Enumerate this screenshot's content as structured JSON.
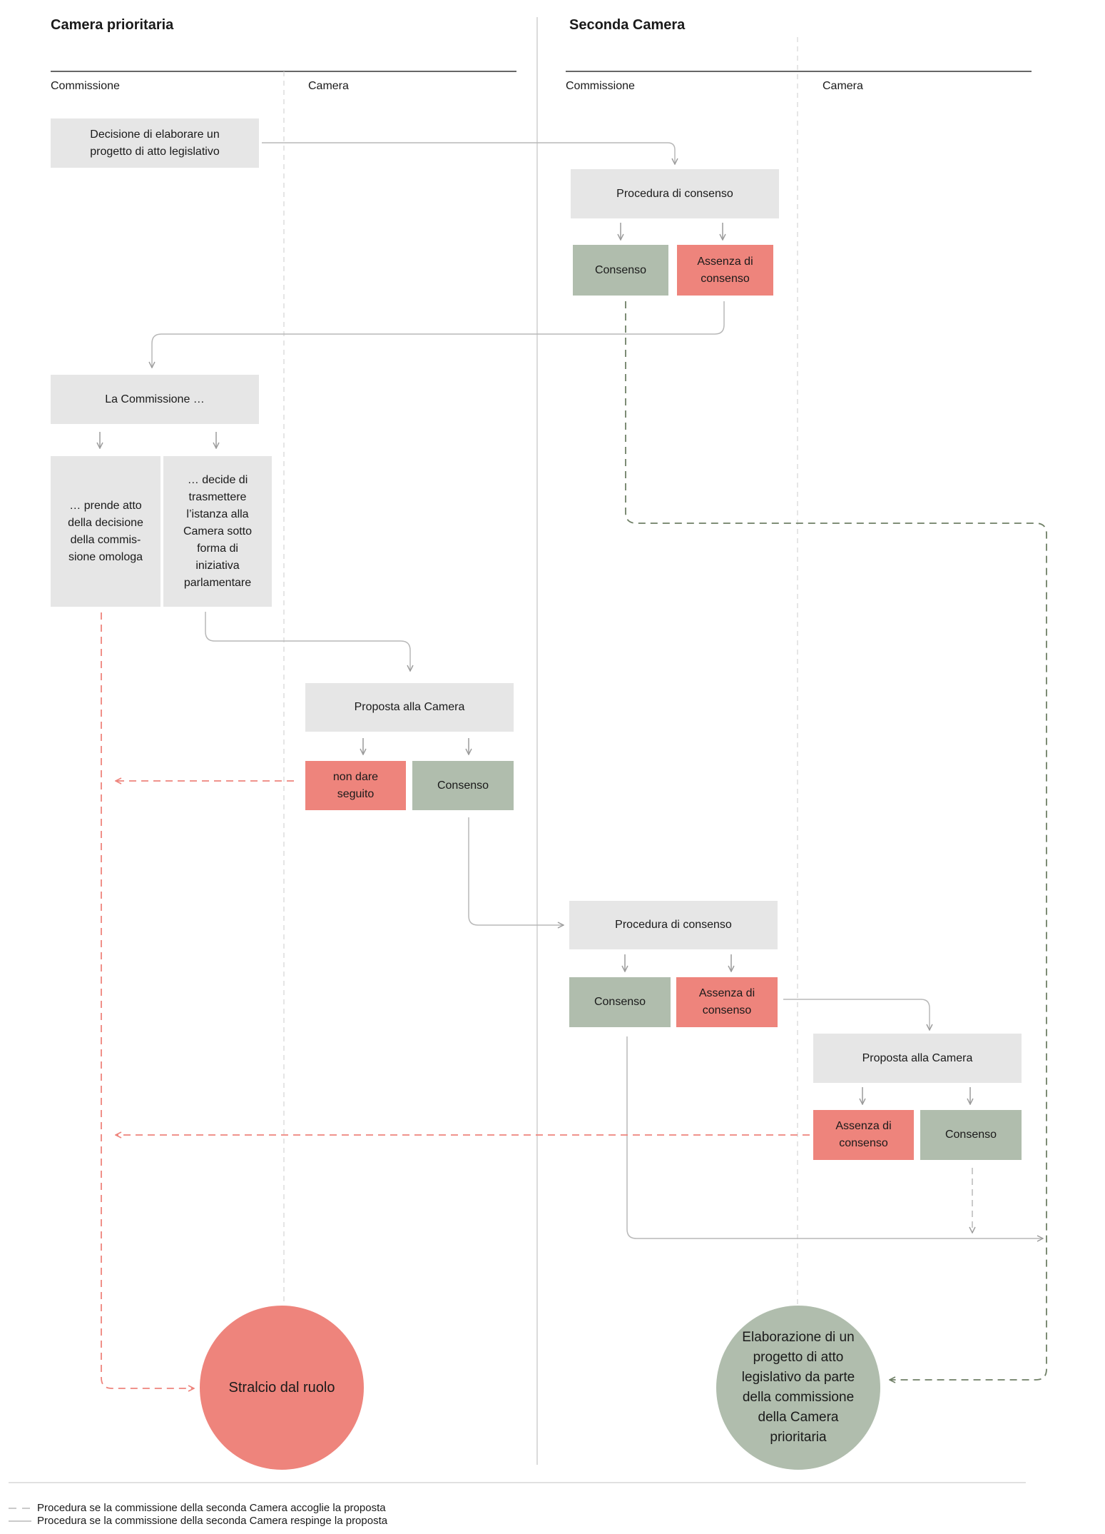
{
  "headers": {
    "left": "Camera prioritaria",
    "right": "Seconda Camera"
  },
  "columns": {
    "commissione": "Commissione",
    "camera": "Camera"
  },
  "boxes": {
    "decisione": "Decisione di elaborare un progetto di atto legislativo",
    "procedura1": "Procedura di consenso",
    "consenso": "Consenso",
    "assenza": "Assenza di consenso",
    "la_commissione": "La Commissione …",
    "prende_atto": "… prende atto della decisione della commis­sione omologa",
    "decide": "… decide di trasmettere l’istanza alla Camera sotto forma di iniziativa parlamentare",
    "proposta": "Proposta alla Camera",
    "non_dare_seguito": "non dare seguito",
    "procedura2": "Procedura di consenso"
  },
  "outcomes": {
    "stralcio": "Stralcio dal ruolo",
    "elaborazione": "Elaborazione di un progetto di atto legislativo da parte della commis­sione della Camera prioritaria"
  },
  "legend": {
    "dashed": "Procedura se la commissione della seconda Camera accoglie la proposta",
    "solid": "Procedura se la commissione della seconda Camera respinge la proposta"
  },
  "colors": {
    "grey": "#e6e6e6",
    "green": "#b0bdad",
    "red": "#ee847c",
    "dark_green_line": "#6f7f66",
    "red_line": "#ee847c"
  }
}
